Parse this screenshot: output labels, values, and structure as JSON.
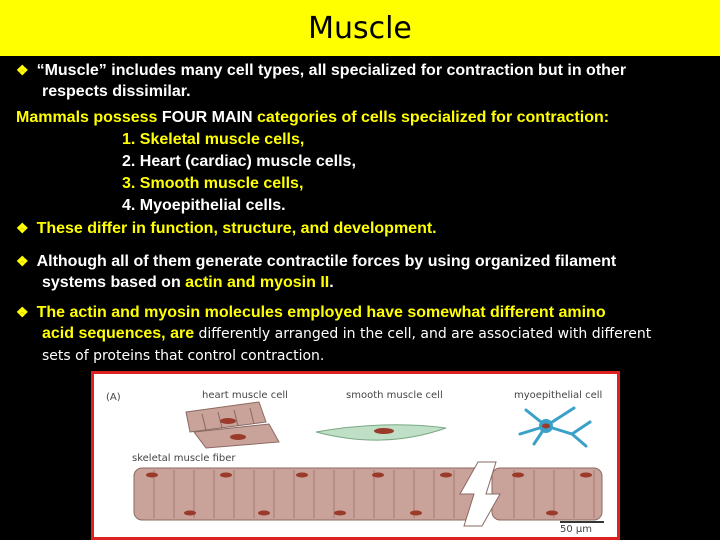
{
  "title": "Muscle",
  "bullet_symbol": "❖",
  "text": {
    "b1_line1": "“Muscle” includes many cell types, all specialized for contraction but in other",
    "b1_line2": "respects dissimilar.",
    "mammals_a": "Mammals possess ",
    "mammals_b": "FOUR MAIN",
    "mammals_c": " categories of cells specialized for contraction:",
    "item1": "1. Skeletal muscle cells,",
    "item2": "2. Heart (cardiac) muscle cells,",
    "item3": "3. Smooth muscle cells,",
    "item4": "4. Myoepithelial cells.",
    "b2": "These differ in function, structure, and development.",
    "b3_line1": "Although all of them generate contractile forces by using organized filament",
    "b3_line2a": "systems based on ",
    "b3_line2b": "actin and myosin II",
    "b3_line2c": ".",
    "b4_line1": "The  actin  and  myosin  molecules  employed  have  somewhat  different  amino",
    "b4_line2a": "acid sequences, are ",
    "b4_line2b": "differently arranged in the cell, and are associated with different",
    "b4_line3": "sets of proteins that control contraction."
  },
  "figure": {
    "panel_label": "(A)",
    "heart": "heart muscle cell",
    "smooth": "smooth muscle cell",
    "myo": "myoepithelial cell",
    "skeletal": "skeletal muscle fiber",
    "scale": "50 μm"
  },
  "colors": {
    "title_bg": "#ffff00",
    "highlight": "#ffff00",
    "text": "#ffffff",
    "figure_border": "#dd2222"
  }
}
